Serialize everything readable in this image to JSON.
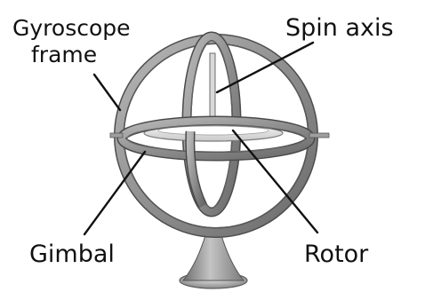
{
  "labels": {
    "frame_line1": "Gyroscope",
    "frame_line2": "frame",
    "spin_axis": "Spin axis",
    "gimbal": "Gimbal",
    "rotor": "Rotor"
  }
}
